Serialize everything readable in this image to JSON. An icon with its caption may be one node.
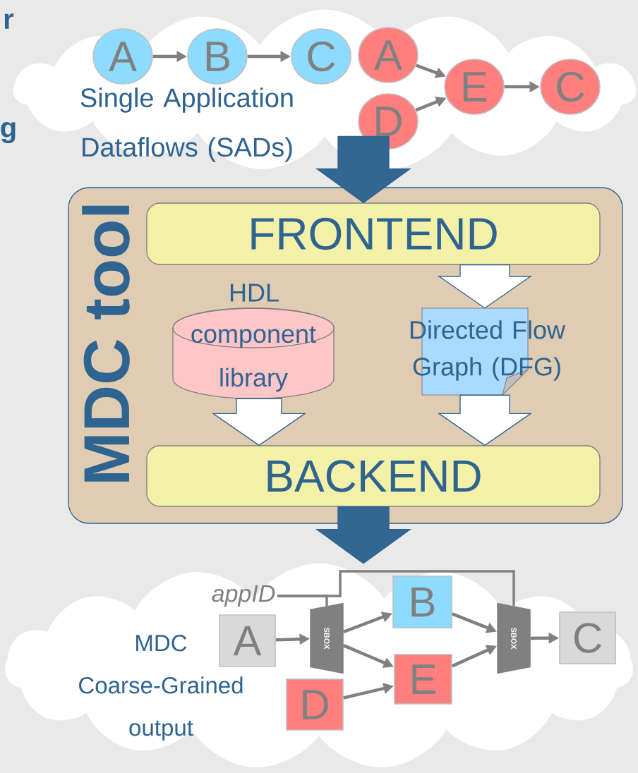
{
  "diagram": {
    "nodes": [
      {
        "text": [
          "Single Application Dataflows (SADs)"
        ]
      },
      {
        "text": [
          "A"
        ],
        "in": 0
      },
      {
        "text": [
          "B"
        ],
        "in": 0
      },
      {
        "text": [
          "C"
        ],
        "in": 0
      },
      {
        "text": [
          "A"
        ],
        "in": 0
      },
      {
        "text": [
          "D"
        ],
        "in": 0
      },
      {
        "text": [
          "E"
        ],
        "in": 0
      },
      {
        "text": [
          "C"
        ],
        "in": 0
      },
      {
        "text": [
          "MDC tool"
        ]
      },
      {
        "text": [
          "FRONTEND"
        ],
        "in": 8
      },
      {
        "text": [
          "HDL",
          "component library"
        ],
        "in": 8
      },
      {
        "text": [
          "Directed Flow Graph (DFG)"
        ],
        "in": 8
      },
      {
        "text": [
          "BACKEND"
        ],
        "in": 8
      },
      {
        "text": [
          "MDC Coarse-Grained output"
        ]
      },
      {
        "text": [
          "A"
        ],
        "in": 13
      },
      {
        "text": [
          "SBOX"
        ],
        "in": 13
      },
      {
        "text": [
          "B"
        ],
        "in": 13
      },
      {
        "text": [
          "E"
        ],
        "in": 13
      },
      {
        "text": [
          "D"
        ],
        "in": 13
      },
      {
        "text": [
          "SBOX"
        ],
        "in": 13
      },
      {
        "text": [
          "C"
        ],
        "in": 13
      },
      {
        "text": [
          "appID"
        ],
        "in": 13
      }
    ],
    "edges": [
      {
        "from": 1,
        "to": 2,
        "arrow": "to"
      },
      {
        "from": 2,
        "to": 3,
        "arrow": "to"
      },
      {
        "from": 4,
        "to": 6,
        "arrow": "to"
      },
      {
        "from": 5,
        "to": 6,
        "arrow": "to"
      },
      {
        "from": 6,
        "to": 7,
        "arrow": "to"
      },
      {
        "from": 0,
        "to": 9,
        "arrow": "to",
        "style": "thick",
        "color": "#336690"
      },
      {
        "from": 9,
        "to": 11,
        "arrow": "to",
        "style": "thick",
        "color": "#ffffff"
      },
      {
        "from": 10,
        "to": 12,
        "arrow": "to",
        "style": "thick",
        "color": "#ffffff"
      },
      {
        "from": 11,
        "to": 12,
        "arrow": "to",
        "style": "thick",
        "color": "#ffffff"
      },
      {
        "from": 12,
        "to": 13,
        "arrow": "to",
        "style": "thick",
        "color": "#336690"
      },
      {
        "from": 14,
        "to": 15,
        "arrow": "to"
      },
      {
        "from": 15,
        "to": 16,
        "arrow": "to"
      },
      {
        "from": 15,
        "to": 17,
        "arrow": "to"
      },
      {
        "from": 18,
        "to": 17,
        "arrow": "to"
      },
      {
        "from": 16,
        "to": 19,
        "arrow": "to"
      },
      {
        "from": 17,
        "to": 19,
        "arrow": "to"
      },
      {
        "from": 19,
        "to": 20,
        "arrow": "to"
      },
      {
        "from": 21,
        "to": 15,
        "arrow": "none"
      },
      {
        "from": 21,
        "to": 19,
        "arrow": "none"
      }
    ],
    "labels": [
      "r",
      "g"
    ]
  }
}
